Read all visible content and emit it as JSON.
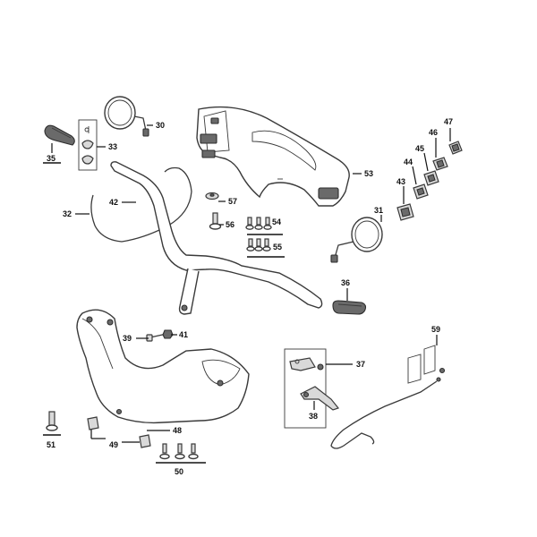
{
  "labels": {
    "p30": "30",
    "p33": "33",
    "p35": "35",
    "p32": "32",
    "p42": "42",
    "p57": "57",
    "p56": "56",
    "p54": "54",
    "p55": "55",
    "p53": "53",
    "p47": "47",
    "p46": "46",
    "p45": "45",
    "p44": "44",
    "p43": "43",
    "p31": "31",
    "p36": "36",
    "p39": "39",
    "p41": "41",
    "p37": "37",
    "p38": "38",
    "p59": "59",
    "p48": "48",
    "p49": "49",
    "p50": "50",
    "p51": "51"
  }
}
